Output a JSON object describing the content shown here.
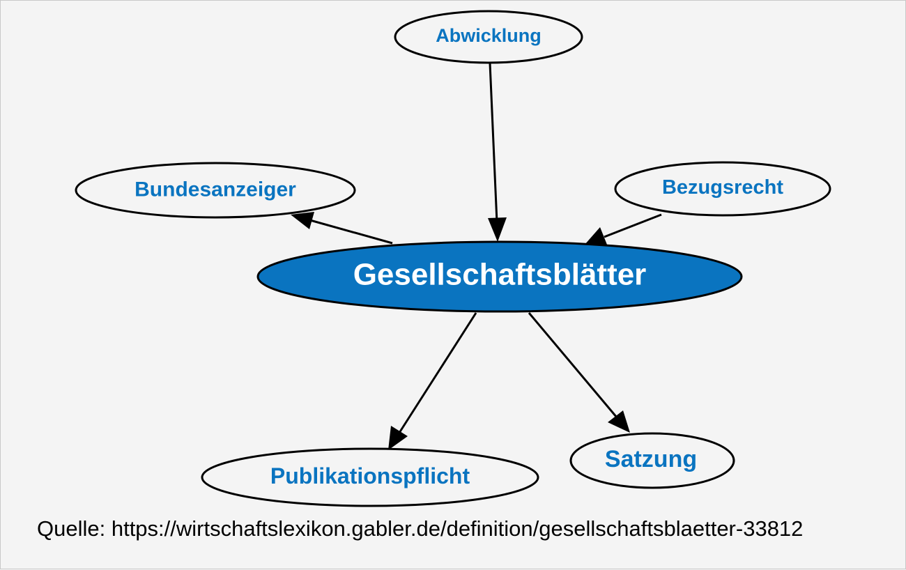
{
  "diagram": {
    "center": {
      "id": "center",
      "label": "Gesellschaftsblätter"
    },
    "nodes": [
      {
        "id": "abwicklung",
        "label": "Abwicklung"
      },
      {
        "id": "bundesanzeiger",
        "label": "Bundesanzeiger"
      },
      {
        "id": "bezugsrecht",
        "label": "Bezugsrecht"
      },
      {
        "id": "publikationspflicht",
        "label": "Publikationspflicht"
      },
      {
        "id": "satzung",
        "label": "Satzung"
      }
    ],
    "edges": [
      {
        "from": "abwicklung",
        "to": "center"
      },
      {
        "from": "bezugsrecht",
        "to": "center"
      },
      {
        "from": "center",
        "to": "bundesanzeiger"
      },
      {
        "from": "center",
        "to": "publikationspflicht"
      },
      {
        "from": "center",
        "to": "satzung"
      }
    ]
  },
  "footer": {
    "source": "Quelle: https://wirtschaftslexikon.gabler.de/definition/gesellschaftsblaetter-33812"
  },
  "colors": {
    "accent": "#0a74c0",
    "background": "#f4f4f4",
    "outline": "#000000"
  }
}
